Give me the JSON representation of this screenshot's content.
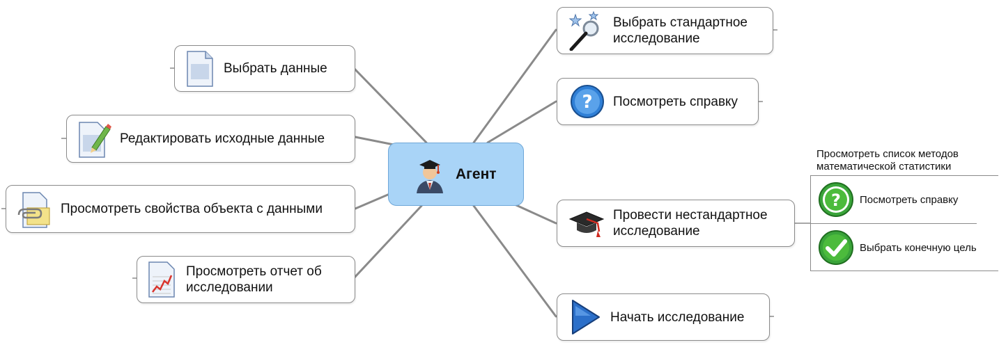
{
  "center": {
    "label": "Агент",
    "icon": "graduate-agent-icon"
  },
  "left_nodes": [
    {
      "id": "select-data",
      "label": "Выбрать данные",
      "icon": "document-icon"
    },
    {
      "id": "edit-source-data",
      "label": "Редактировать исходные данные",
      "icon": "document-pencil-icon"
    },
    {
      "id": "view-object-properties",
      "label": "Просмотреть свойства объекта с данными",
      "icon": "document-paperclip-icon"
    },
    {
      "id": "view-report",
      "label": "Просмотреть отчет об\nисследовании",
      "icon": "chart-report-icon"
    }
  ],
  "right_nodes": [
    {
      "id": "select-standard-study",
      "label": "Выбрать стандартное\nисследование",
      "icon": "magic-wand-magnifier-icon"
    },
    {
      "id": "view-help",
      "label": "Посмотреть справку",
      "icon": "blue-question-icon"
    },
    {
      "id": "nonstandard-study",
      "label": "Провести нестандартное\nисследование",
      "icon": "graduation-cap-icon"
    },
    {
      "id": "start-study",
      "label": "Начать исследование",
      "icon": "blue-play-icon"
    }
  ],
  "sub_panel": {
    "title": "Просмотреть список методов\nматематической статистики",
    "items": [
      {
        "label": "Посмотреть справку",
        "icon": "green-question-icon"
      },
      {
        "label": "Выбрать конечную цель",
        "icon": "green-check-icon"
      }
    ]
  },
  "colors": {
    "center_fill": "#a9d4f7",
    "center_border": "#6ea7d8",
    "connector": "#8a8a8a",
    "node_border": "#8a8a8a"
  }
}
